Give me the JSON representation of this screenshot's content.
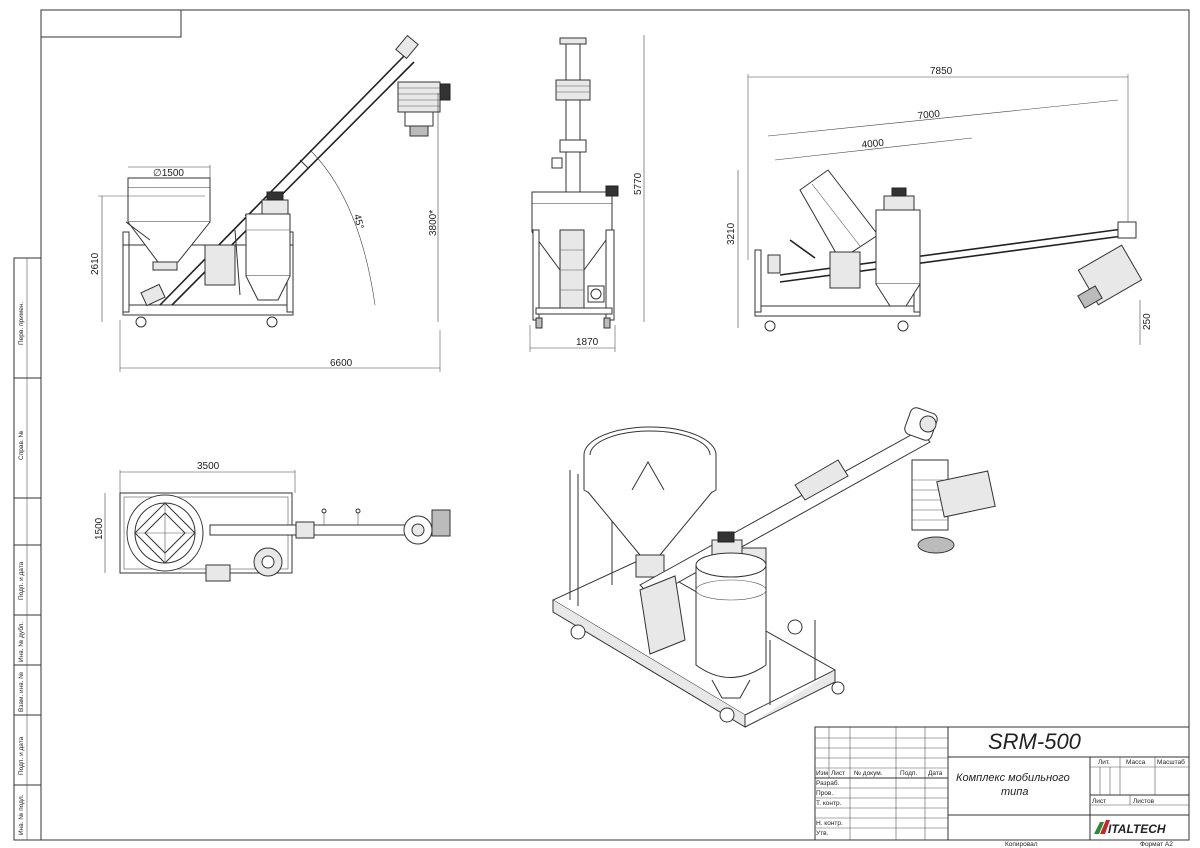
{
  "dimensions": {
    "side_view": {
      "diameter": "∅1500",
      "angle": "45°",
      "height_total": "3800*",
      "height_frame": "2610",
      "length_total": "6600"
    },
    "front_view": {
      "height": "5770",
      "width": "1870"
    },
    "right_view": {
      "total": "7850",
      "screw": "7000",
      "hopper": "4000",
      "height": "3210",
      "clearance": "250"
    },
    "top_view": {
      "length": "3500",
      "width": "1500"
    }
  },
  "side_stamp": {
    "items": [
      "Перв. примен.",
      "Справ. №",
      "Подп. и дата",
      "Инв. № дубл.",
      "Взам. инв. №",
      "Подп. и дата",
      "Инв. № подл."
    ]
  },
  "title_block": {
    "drawing_code": "SRM-500",
    "title_line1": "Комплекс мобильного",
    "title_line2": "типа",
    "columns": [
      "Изм",
      "Лист",
      "№ докум.",
      "Подп.",
      "Дата"
    ],
    "rows": [
      "Разраб.",
      "Пров.",
      "Т. контр.",
      "Н. контр.",
      "Утв."
    ],
    "lit_label": "Лит.",
    "mass_label": "Масса",
    "scale_label": "Масштаб",
    "sheet_label": "Лист",
    "sheets_label": "Листов",
    "copied_label": "Копировал",
    "format_label": "Формат А2",
    "logo_text": "ITALTECH"
  }
}
